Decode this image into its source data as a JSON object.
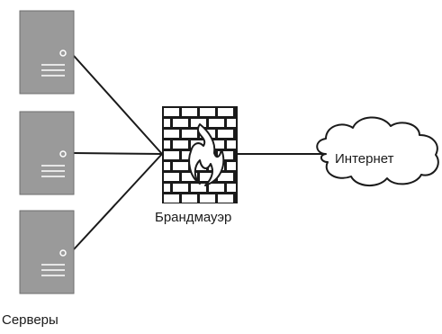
{
  "diagram": {
    "firewall_label": "Брандмауэр",
    "servers_label": "Серверы",
    "internet_label": "Интернет",
    "server_count": 3
  },
  "colors": {
    "server_body": "#9a9a9a",
    "server_edge": "#6e6e6e",
    "stroke": "#1a1a1a",
    "brick_fill": "#ffffff",
    "background": "#ffffff"
  },
  "icons": {
    "server": "server-icon",
    "firewall": "firewall-brick-wall-icon",
    "flame": "flame-icon",
    "cloud": "cloud-icon"
  }
}
